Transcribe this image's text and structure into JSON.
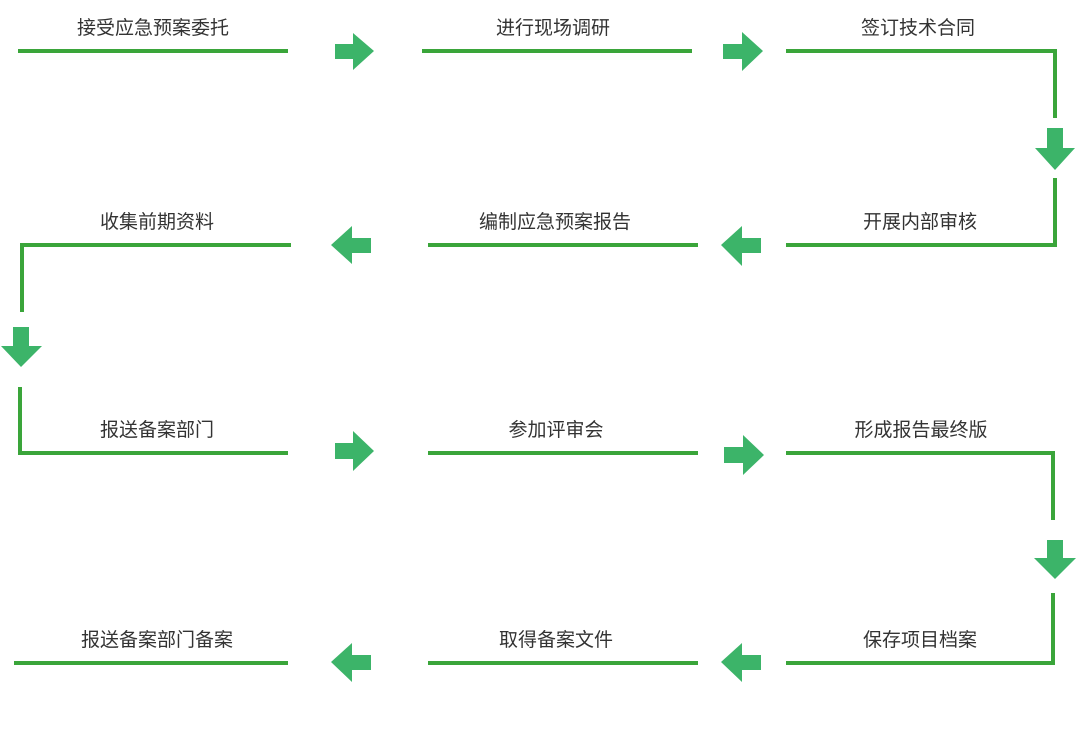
{
  "colors": {
    "line": "#3aa53a",
    "arrow": "#3cb469",
    "text": "#333333",
    "background": "#ffffff"
  },
  "steps": [
    {
      "label": "接受应急预案委托"
    },
    {
      "label": "进行现场调研"
    },
    {
      "label": "签订技术合同"
    },
    {
      "label": "开展内部审核"
    },
    {
      "label": "编制应急预案报告"
    },
    {
      "label": "收集前期资料"
    },
    {
      "label": "报送备案部门"
    },
    {
      "label": "参加评审会"
    },
    {
      "label": "形成报告最终版"
    },
    {
      "label": "保存项目档案"
    },
    {
      "label": "取得备案文件"
    },
    {
      "label": "报送备案部门备案"
    }
  ],
  "icons": {
    "arrow_right": "arrow-right-icon",
    "arrow_left": "arrow-left-icon",
    "arrow_down": "arrow-down-icon"
  }
}
